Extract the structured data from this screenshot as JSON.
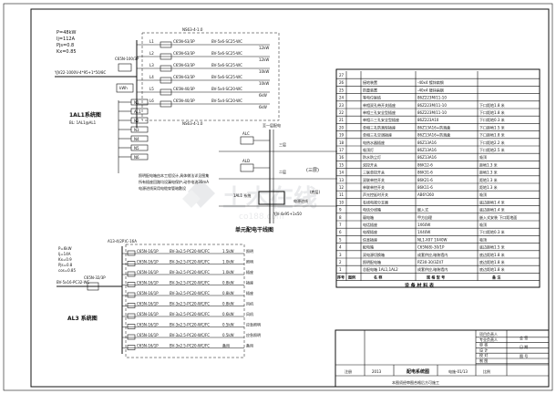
{
  "sheet": {
    "frame_color": "#111111",
    "watermark_color": "#d8dadd"
  },
  "al1": {
    "params": [
      "P=48kW",
      "Ij=112A",
      "Pjs=0.8",
      "Kx=0.85"
    ],
    "incoming": "YJV22-1000V-4*95+1*50/8C",
    "main_breaker": "C65N-100/3P",
    "meter_label": "kWh",
    "title": "1AL1系统图",
    "subtitle": "BL: 1AL1@AL1",
    "top_breakers": [
      "C65N-63/3P",
      "C65N-63/3P",
      "C65N-63/3P",
      "C65N-63/3P",
      "C65N-40/3P",
      "C65N-40/3P"
    ],
    "top_cables": [
      "BV-5x6-SC25-WC",
      "BV-5x6-SC25-WC",
      "BV-5x6-SC25-WC",
      "BV-5x6-SC25-WC",
      "BV-5x4-SC20-WC",
      "BV-5x4-SC20-WC"
    ],
    "top_loads": [
      "12kW",
      "12kW",
      "10kW",
      "10kW",
      "6kW",
      "6kW"
    ],
    "top_circuits": [
      "L1",
      "L2",
      "L3",
      "L4",
      "L5",
      "L6"
    ],
    "box_label_top": "NS63-4-1.0",
    "box_label_bottom": "NS63-4-1.0",
    "branch_circuits": [
      "N1",
      "AL1",
      "N2",
      "N3",
      "N4",
      "N5",
      "N6"
    ],
    "notes": [
      "照明配电箱由本工程设计,具体做法详见图集",
      "所有插座回路均设漏电保护,动作电流30mA",
      "电源进线采用电缆穿管暗敷设"
    ]
  },
  "al3": {
    "params": [
      "P=6kW",
      "Ij=14A",
      "Kx=0.9",
      "Pjs=0.8",
      "cos=0.85"
    ],
    "top_label": "A13-4(2P)C-16A",
    "incoming": "BV-5x16-PC32-WC",
    "main_breaker": "C65N-32/3P",
    "title": "AL3 系统图",
    "breakers": [
      "C65N-16/1P",
      "C65N-16/1P",
      "C65N-16/1P",
      "C65N-16/1P",
      "C65N-16/1P",
      "C65N-16/1P",
      "C65N-16/1P",
      "C65N-16/1P",
      "C65N-16/1P",
      "C65N-16/1P"
    ],
    "cables": [
      "BV-3x2.5-PC20-WC/FC",
      "BV-3x2.5-PC20-WC/FC",
      "BV-3x2.5-PC20-WC/FC",
      "BV-3x2.5-PC20-WC/FC",
      "BV-3x2.5-PC20-WC/FC",
      "BV-3x2.5-PC20-WC/FC",
      "BV-3x2.5-PC20-WC/FC",
      "BV-3x2.5-PC20-WC/FC",
      "BV-3x2.5-PC20-WC/FC",
      "BV-3x2.5-PC20-WC/FC"
    ],
    "loads": [
      "1.5kW",
      "1.0kW",
      "1.0kW",
      "0.8kW",
      "0.8kW",
      "0.8kW",
      "0.6kW",
      "0.5kW",
      "0.5kW",
      "备用"
    ],
    "uses": [
      "照明",
      "照明",
      "插座",
      "插座",
      "插座",
      "风机",
      "风机",
      "应急照明",
      "应急照明",
      "备用"
    ]
  },
  "mid": {
    "top_text": "至一层配电",
    "left_labels": [
      "ALC",
      "ALD"
    ],
    "right_labels": [
      "三层",
      "二层"
    ],
    "right_note": "(三层)",
    "right_note2": "(底层)",
    "box_label": "1AL1 系统",
    "power_label": "电源进线",
    "cable_label": "YJV-4x95+1x50",
    "diagram_title": "单元配电干线图"
  },
  "table": {
    "rows": [
      {
        "no": "27",
        "sym": "",
        "name": "",
        "spec": "",
        "note": ""
      },
      {
        "no": "26",
        "sym": "",
        "name": "接地装置",
        "spec": "-40x4  镀锌扁钢",
        "note": ""
      },
      {
        "no": "25",
        "sym": "",
        "name": "防雷装置",
        "spec": "-40x4  镀锌扁钢",
        "note": ""
      },
      {
        "no": "24",
        "sym": "",
        "name": "等电位联结",
        "spec": "86Z223M/11-10",
        "note": ""
      },
      {
        "no": "23",
        "sym": "",
        "name": "单相双孔带开关插座",
        "spec": "86Z223M/11-10",
        "note": "下口距地1.8 米"
      },
      {
        "no": "22",
        "sym": "",
        "name": "单相三孔安全型插座",
        "spec": "86Z223M/11-10",
        "note": "下口距地1.8 米"
      },
      {
        "no": "21",
        "sym": "",
        "name": "单相二三孔安全型插座",
        "spec": "86Z223A10",
        "note": "下口距地0.3 米"
      },
      {
        "no": "20",
        "sym": "",
        "name": "单相三孔防溅型插座",
        "spec": "86Z13A16+防溅盒",
        "note": "下口距地1.5 米"
      },
      {
        "no": "19",
        "sym": "",
        "name": "单相三孔空调插座",
        "spec": "86Z13A16+防溅盒",
        "note": "下口距地1.8 米"
      },
      {
        "no": "18",
        "sym": "",
        "name": "电热水器插座",
        "spec": "86Z13A16",
        "note": "下口距地2.2 米"
      },
      {
        "no": "17",
        "sym": "",
        "name": "吸顶灯",
        "spec": "86Z13A16",
        "note": "下口距地2.5 米"
      },
      {
        "no": "16",
        "sym": "",
        "name": "防水防尘灯",
        "spec": "86Z13A16",
        "note": "吸顶"
      },
      {
        "no": "15",
        "sym": "",
        "name": "双控开关",
        "spec": "86K12-6",
        "note": "距地1.3 米"
      },
      {
        "no": "14",
        "sym": "",
        "name": "三联单控开关",
        "spec": "86K31-6",
        "note": "距地1.3 米"
      },
      {
        "no": "13",
        "sym": "",
        "name": "双联单控开关",
        "spec": "86K21-6",
        "note": "距地1.3 米"
      },
      {
        "no": "12",
        "sym": "",
        "name": "单联单控开关",
        "spec": "86K11-6",
        "note": "距地1.3 米"
      },
      {
        "no": "11",
        "sym": "",
        "name": "声光控延时开关",
        "spec": "AB6Y260",
        "note": "吸顶"
      },
      {
        "no": "10",
        "sym": "",
        "name": "有线电视分支器",
        "spec": "",
        "note": "底边距地1.4 米"
      },
      {
        "no": "9",
        "sym": "",
        "name": "电话分线箱",
        "spec": "嵌入式",
        "note": "底边距地1.4 米"
      },
      {
        "no": "8",
        "sym": "",
        "name": "弱电箱",
        "spec": "甲方自理",
        "note": "嵌入式安装  下口距地面"
      },
      {
        "no": "7",
        "sym": "",
        "name": "电话插座",
        "spec": "1X60W",
        "note": "吸顶"
      },
      {
        "no": "6",
        "sym": "",
        "name": "电视插座",
        "spec": "1X40W",
        "note": "下口距地0.3 米"
      },
      {
        "no": "5",
        "sym": "",
        "name": "信息插座",
        "spec": "NL1-X07  1X40W",
        "note": "吸顶"
      },
      {
        "no": "4",
        "sym": "",
        "name": "配电箱",
        "spec": "C65N(8)-30/1P",
        "note": "底边距地1.5 米"
      },
      {
        "no": "3",
        "sym": "",
        "name": "双电源切换箱",
        "spec": "成套供应,暗装墙内",
        "note": "底边距地1.8 米"
      },
      {
        "no": "2",
        "sym": "",
        "name": "照明配电箱",
        "spec": "PZ30-30/3Z47",
        "note": "底边距地1.8 米"
      },
      {
        "no": "1",
        "sym": "",
        "name": "总配电箱 1AL1,1AL2",
        "spec": "成套供应,暗装墙内",
        "note": "底边距地1.8 米"
      }
    ],
    "header": {
      "no": "序号",
      "sym": "图例",
      "name": "名  称",
      "spec": "规  格  型  号",
      "note": "备  注"
    },
    "footer": "设  备  材  料  表"
  },
  "titleblock": {
    "labels": [
      "项目负责人",
      "专业负责人",
      "审 核",
      "设 计",
      "校 对",
      "制 图"
    ],
    "right_labels": [
      "会 签",
      "日 期",
      "图 号"
    ],
    "drawing_title": "配电系统图",
    "scale": "比例",
    "sheet_no": "电施-01/13",
    "bottom_note": "本图须经审图合格后方可施工",
    "mid_text": "注册",
    "date": "2013"
  }
}
